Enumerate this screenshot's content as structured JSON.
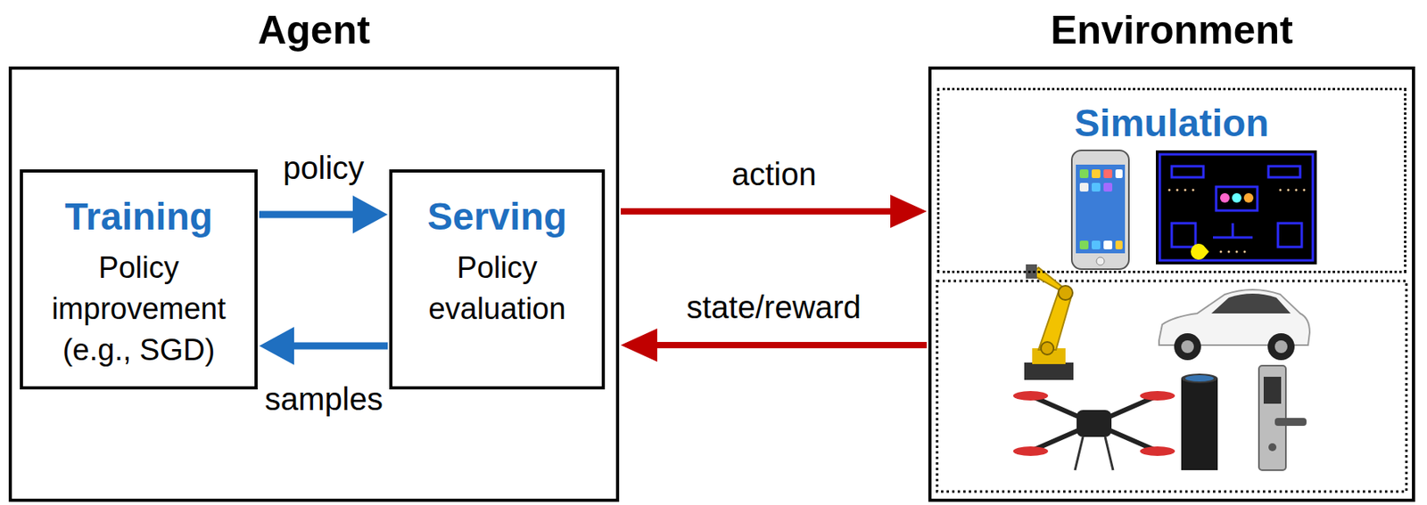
{
  "diagram": {
    "nodes": [
      {
        "text": [
          "Agent"
        ]
      },
      {
        "text": [
          "Training",
          "Policy improvement (e.g., SGD)"
        ],
        "in": 0
      },
      {
        "text": [
          "Serving",
          "Policy evaluation"
        ],
        "in": 0
      },
      {
        "text": [
          "Environment"
        ]
      },
      {
        "text": [
          "Simulation"
        ],
        "in": 3
      }
    ],
    "edges": [
      {
        "from": 1,
        "to": 2,
        "label": "policy",
        "arrow": "to"
      },
      {
        "from": 2,
        "to": 1,
        "label": "samples",
        "arrow": "to"
      },
      {
        "from": 0,
        "to": 3,
        "label": "action",
        "arrow": "to"
      },
      {
        "from": 3,
        "to": 0,
        "label": "state/reward",
        "arrow": "to"
      }
    ]
  }
}
